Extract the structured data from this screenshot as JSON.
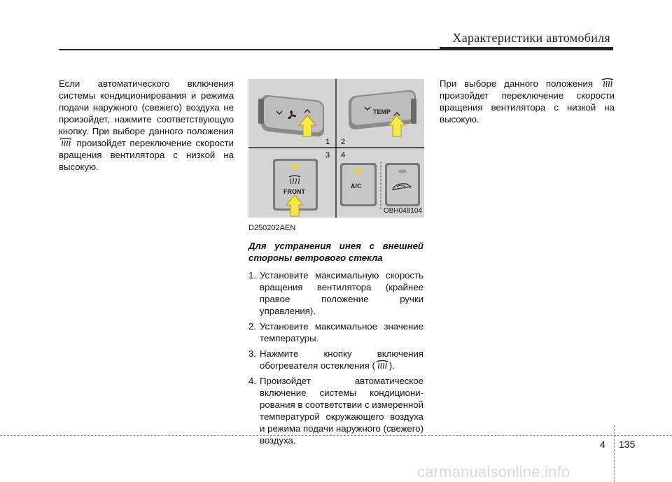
{
  "header": {
    "section_title": "Характеристики автомобиля"
  },
  "column1": {
    "part1": "Если автоматического включения системы кондиционирования и режима подачи наружного (свежего) воздуха не произойдет, нажмите соответствующую кнопку. При выборе данного положения",
    "part2": "произойдет переключение скорости вращения вентилятора с низкой на высокую."
  },
  "figure": {
    "code": "OBH048104",
    "labels": {
      "n1": "1",
      "n2": "2",
      "n3": "3",
      "n4": "4"
    },
    "buttons": {
      "temp": "TEMP",
      "front": "FRONT",
      "ac": "A/C"
    }
  },
  "column2": {
    "code": "D250202AEN",
    "subheading": "Для устранения инея с внешней стороны ветрового стекла",
    "steps": [
      {
        "num": "1.",
        "text": "Установите максимальную скорость вращения вентилятора (крайнее правое положение ручки управления)."
      },
      {
        "num": "2.",
        "text": "Установите максимальное значение температуры."
      },
      {
        "num": "3.",
        "text_before": "Нажмите кнопку включения обогревателя остекления (",
        "text_after": ")."
      },
      {
        "num": "4.",
        "text_a": "Произойдет автоматическое включение системы кондициони",
        "hyphen": "-",
        "text_b": "рования в соответствии с измеренной температурой окружающего воздуха и режима подачи наружного (свежего) воздуха."
      }
    ]
  },
  "column3": {
    "part1": "При выборе данного положения",
    "part2": "произойдет переключение скорости вращения вентилятора с низкой на высокую."
  },
  "footer": {
    "section": "4",
    "page": "135"
  },
  "watermark": "carmanualsonline.info",
  "icons": {
    "defrost": "front-defrost-icon",
    "fan": "fan-icon",
    "recirc": "air-recirculation-icon"
  },
  "colors": {
    "indicator": "#f1d22a",
    "arrow": "#f7e84a"
  }
}
